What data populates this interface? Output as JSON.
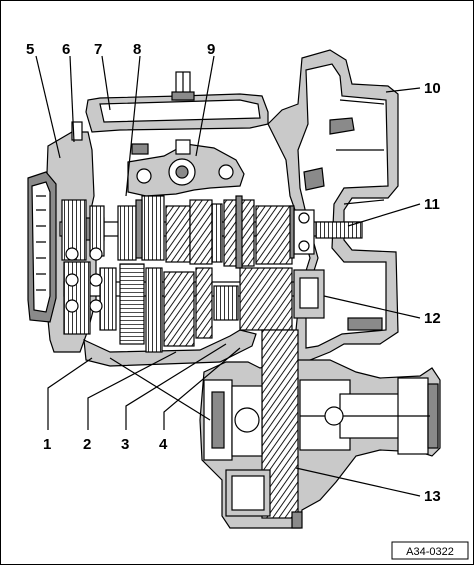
{
  "callouts": {
    "c1": "1",
    "c2": "2",
    "c3": "3",
    "c4": "4",
    "c5": "5",
    "c6": "6",
    "c7": "7",
    "c8": "8",
    "c9": "9",
    "c10": "10",
    "c11": "11",
    "c12": "12",
    "c13": "13"
  },
  "figure_ref": "A34-0322"
}
